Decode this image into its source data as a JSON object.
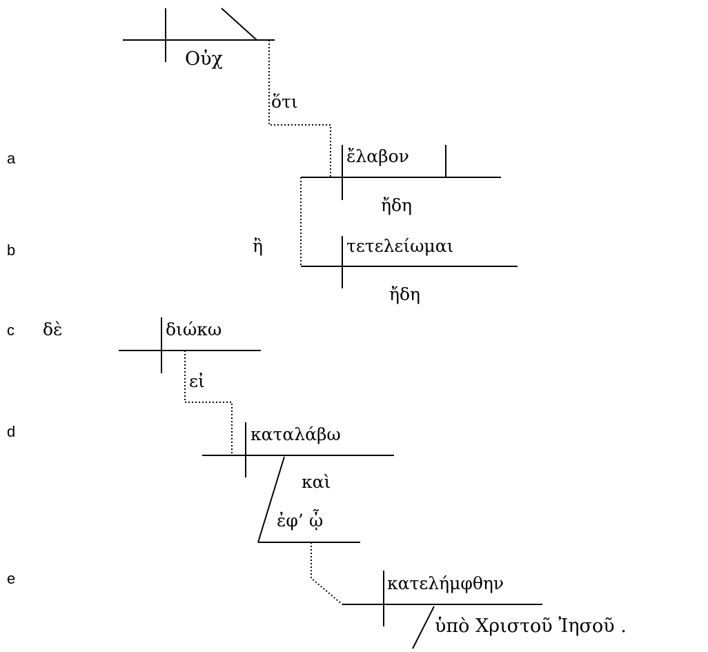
{
  "line_labels": {
    "a": "a",
    "b": "b",
    "c": "c",
    "d": "d",
    "e": "e"
  },
  "words": {
    "ouch": "Οὐχ",
    "hoti": "ὅτι",
    "elabon": "ἔλαβον",
    "ede_1": "ἤδη",
    "e_particle": "ἢ",
    "teteleiomai": "τετελείωμαι",
    "ede_2": "ἤδη",
    "de": "δὲ",
    "dioko": "διώκω",
    "ei": "εἰ",
    "katalabo": "καταλάβω",
    "kai": "καὶ",
    "eph_ho": "ἐφ’ ᾧ",
    "katelemphthen": "κατελήμφθην",
    "hypo_christou_iesou": "ὑπὸ Χριστοῦ  Ἰησοῦ ."
  },
  "colors": {
    "ink": "#000000"
  }
}
